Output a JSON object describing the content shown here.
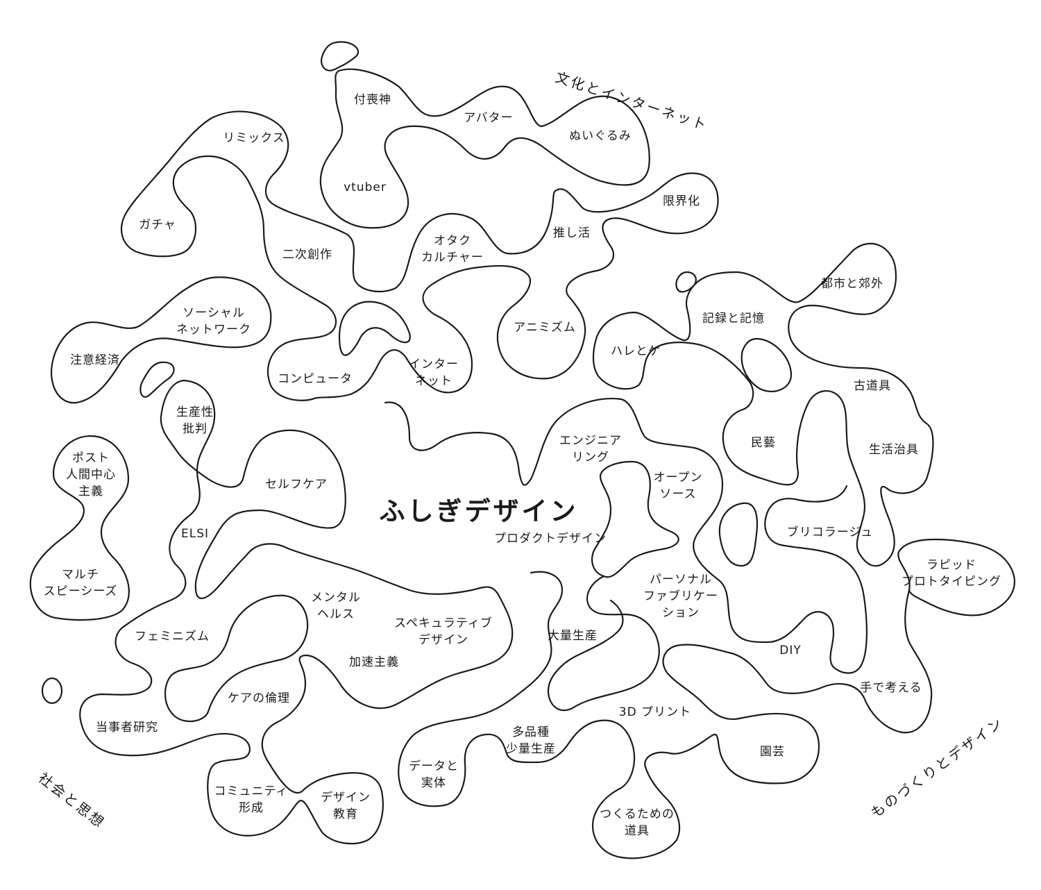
{
  "title": "ふしぎデザイン",
  "areas": {
    "culture_internet": "文化とインターネット",
    "society_thought": "社会と思想",
    "making_design": "ものづくりとデザイン"
  },
  "nodes": {
    "tsukumogami": "付喪神",
    "avatar": "アバター",
    "nuigurumi": "ぬいぐるみ",
    "remix": "リミックス",
    "vtuber": "vtuber",
    "gacha": "ガチャ",
    "niji_sousaku": "二次創作",
    "otaku_culture": "オタク\nカルチャー",
    "oshikatsu": "推し活",
    "genkaika": "限界化",
    "social_network": "ソーシャル\nネットワーク",
    "attention_economy": "注意経済",
    "animism": "アニミズム",
    "toshi_kougai": "都市と郊外",
    "kiroku_kioku": "記録と記憶",
    "hare_ke": "ハレとケ",
    "computer": "コンピュータ",
    "internet": "インター\nネット",
    "productivity_critique": "生産性\n批判",
    "post_human": "ポスト\n人間中心\n主義",
    "self_care": "セルフケア",
    "engineering": "エンジニア\nリング",
    "mingei": "民藝",
    "furudougu": "古道具",
    "seikatsu_jigu": "生活治具",
    "open_source": "オープン\nソース",
    "elsi": "ELSI",
    "product_design": "プロダクトデザイン",
    "bricolage": "ブリコラージュ",
    "multispecies": "マルチ\nスピーシーズ",
    "rapid_prototyping": "ラピッド\nプロトタイピング",
    "personal_fabrication": "パーソナル\nファブリケー\nション",
    "mental_health": "メンタル\nヘルス",
    "speculative_design": "スペキュラティブ\nデザイン",
    "feminism": "フェミニズム",
    "mass_production": "大量生産",
    "diy": "DIY",
    "accelerationism": "加速主義",
    "ethics_of_care": "ケアの倫理",
    "think_by_hand": "手で考える",
    "tojisha": "当事者研究",
    "print_3d": "3D プリント",
    "tahinshu": "多品種\n少量生産",
    "data_jittai": "データと\n実体",
    "engei": "園芸",
    "community": "コミュニティ\n形成",
    "design_education": "デザイン\n教育",
    "tools_for_making": "つくるための\n道具"
  }
}
